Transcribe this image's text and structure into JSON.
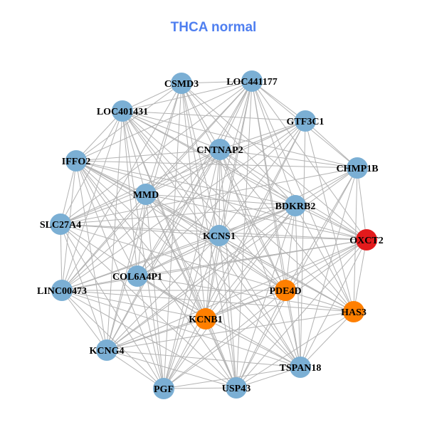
{
  "title": "THCA normal",
  "colors": {
    "default": "#7bafd4",
    "highlight_red": "#e31a1c",
    "highlight_orange": "#ff7f00",
    "edge": "#b3b3b3"
  },
  "nodes": [
    {
      "label": "CSMD3",
      "color": "default"
    },
    {
      "label": "LOC441177",
      "color": "default"
    },
    {
      "label": "LOC401431",
      "color": "default"
    },
    {
      "label": "GTF3C1",
      "color": "default"
    },
    {
      "label": "CNTNAP2",
      "color": "default"
    },
    {
      "label": "IFFO2",
      "color": "default"
    },
    {
      "label": "CHMP1B",
      "color": "default"
    },
    {
      "label": "MMD",
      "color": "default"
    },
    {
      "label": "BDKRB2",
      "color": "default"
    },
    {
      "label": "SLC27A4",
      "color": "default"
    },
    {
      "label": "KCNS1",
      "color": "default"
    },
    {
      "label": "OXCT2",
      "color": "highlight_red"
    },
    {
      "label": "COL6A4P1",
      "color": "default"
    },
    {
      "label": "LINC00473",
      "color": "default"
    },
    {
      "label": "PDE4D",
      "color": "highlight_orange"
    },
    {
      "label": "HAS3",
      "color": "highlight_orange"
    },
    {
      "label": "KCNB1",
      "color": "highlight_orange"
    },
    {
      "label": "KCNG4",
      "color": "default"
    },
    {
      "label": "TSPAN18",
      "color": "default"
    },
    {
      "label": "PGF",
      "color": "default"
    },
    {
      "label": "USP43",
      "color": "default"
    }
  ]
}
